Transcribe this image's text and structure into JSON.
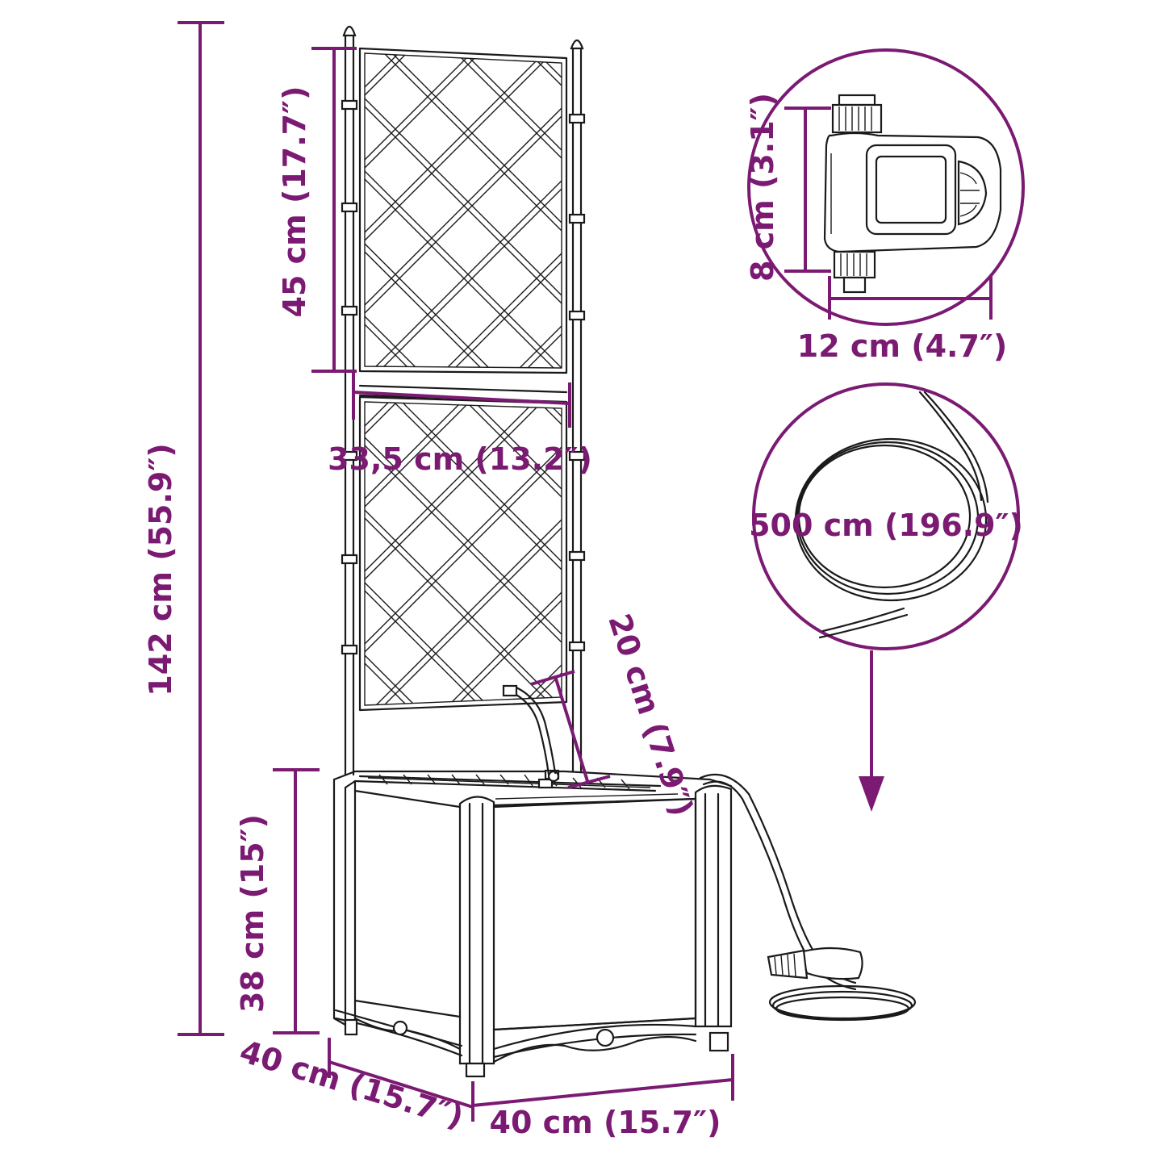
{
  "dimensions": {
    "total_height": "142 cm (55.9″)",
    "trellis_panel_height": "45 cm (17.7″)",
    "trellis_width": "33,5 cm (13.2″)",
    "planter_height": "38 cm (15″)",
    "planter_depth": "40 cm (15.7″)",
    "planter_width": "40 cm (15.7″)",
    "hose_to_planter": "20 cm (7.9″)",
    "timer_height": "8 cm (3.1″)",
    "timer_width": "12 cm (4.7″)",
    "hose_length": "500 cm (196.9″)"
  },
  "colors": {
    "dimension": "#7b1a72",
    "line_art": "#1a1a1a"
  }
}
